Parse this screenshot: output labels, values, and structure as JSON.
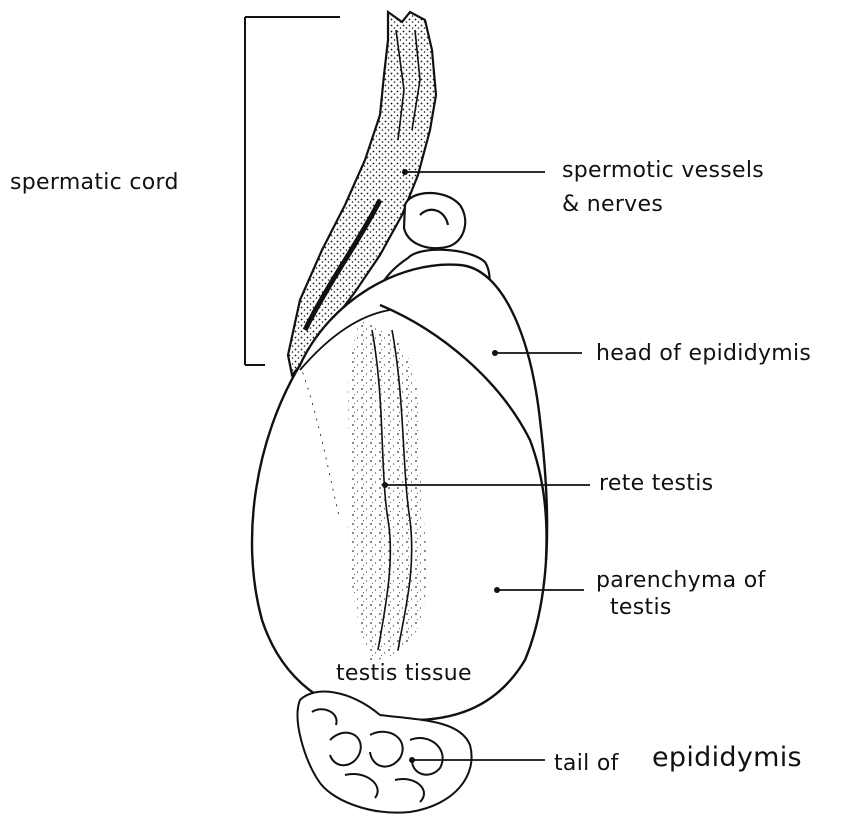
{
  "labels": {
    "spermatic_cord": "spermatic cord",
    "spermatic_vessels_line1": "spermotic vessels",
    "spermatic_vessels_line2": "& nerves",
    "head_of_epididymis": "head of epididymis",
    "rete_testis": "rete testis",
    "parenchyma_line1": "parenchyma of",
    "parenchyma_line2": "testis",
    "testis_tissue": "testis tissue",
    "tail_of_epididymis_prefix": "tail of",
    "tail_of_epididymis_suffix": "epididymis"
  },
  "colors": {
    "ink": "#111111",
    "paper": "#ffffff"
  }
}
